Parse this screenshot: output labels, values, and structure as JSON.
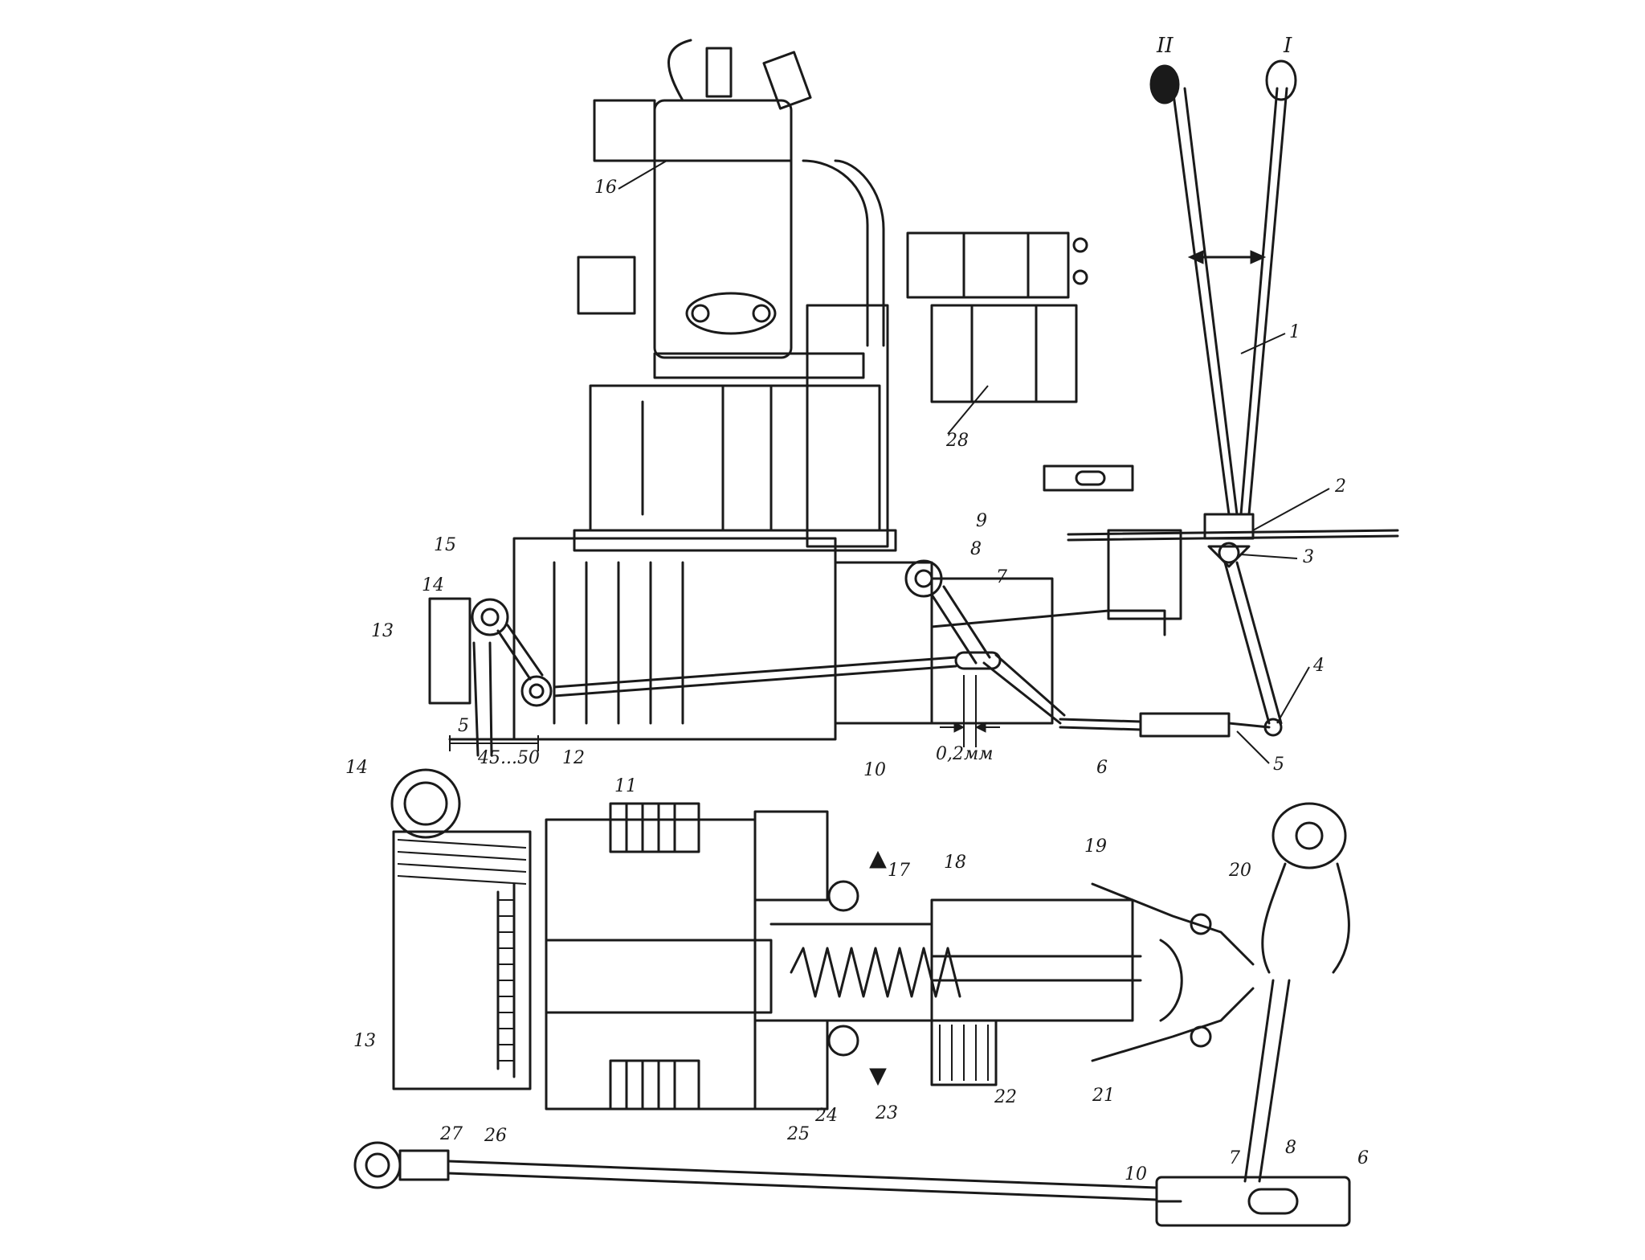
{
  "callouts": {
    "c1": "1",
    "c2": "2",
    "c3": "3",
    "c4": "4",
    "c5": "5",
    "c6": "6",
    "c7": "7",
    "c8": "8",
    "c9": "9",
    "c10": "10",
    "c11": "11",
    "c12": "12",
    "c13": "13",
    "c14": "14",
    "c15": "15",
    "c16": "16",
    "c17": "17",
    "c18": "18",
    "c19": "19",
    "c20": "20",
    "c21": "21",
    "c22": "22",
    "c23": "23",
    "c24": "24",
    "c25": "25",
    "c26": "26",
    "c27": "27",
    "c28": "28",
    "lever_I": "I",
    "lever_II": "II"
  },
  "dimensions": {
    "gap_clearance": "0,2мм",
    "stroke_range": "45...50",
    "offset_5": "5"
  },
  "lower_callouts": {
    "c6": "6",
    "c7": "7",
    "c8": "8",
    "c10": "10",
    "c13": "13",
    "c14": "14"
  }
}
